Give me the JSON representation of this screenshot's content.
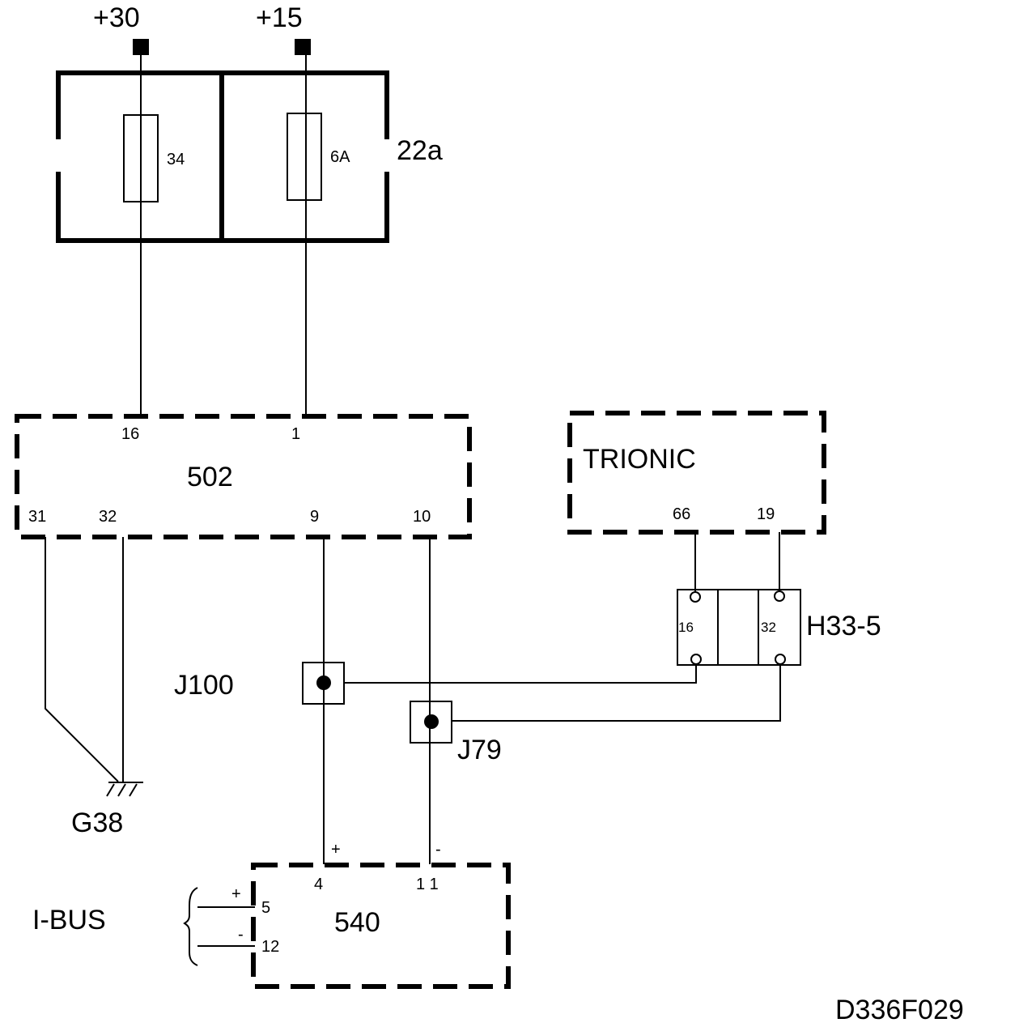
{
  "supplies": {
    "s30": "+30",
    "s15": "+15"
  },
  "fusebox": {
    "id": "22a",
    "fuse_left": "34",
    "fuse_right": "6A"
  },
  "module_502": {
    "name": "502",
    "pin_16": "16",
    "pin_1": "1",
    "pin_31": "31",
    "pin_32": "32",
    "pin_9": "9",
    "pin_10": "10"
  },
  "trionic": {
    "name": "TRIONIC",
    "pin_66": "66",
    "pin_19": "19"
  },
  "connector_h33": {
    "name": "H33-5",
    "pin_16": "16",
    "pin_32": "32"
  },
  "junctions": {
    "j100": "J100",
    "j79": "J79"
  },
  "ground": {
    "name": "G38"
  },
  "module_540": {
    "name": "540",
    "pin_4": "4",
    "pin_11": "1 1",
    "pin_5": "5",
    "pin_12": "12",
    "plus": "+",
    "minus": "-"
  },
  "ibus": {
    "label": "I-BUS",
    "plus": "+",
    "minus": "-"
  },
  "footer": {
    "code": "D336F029"
  }
}
